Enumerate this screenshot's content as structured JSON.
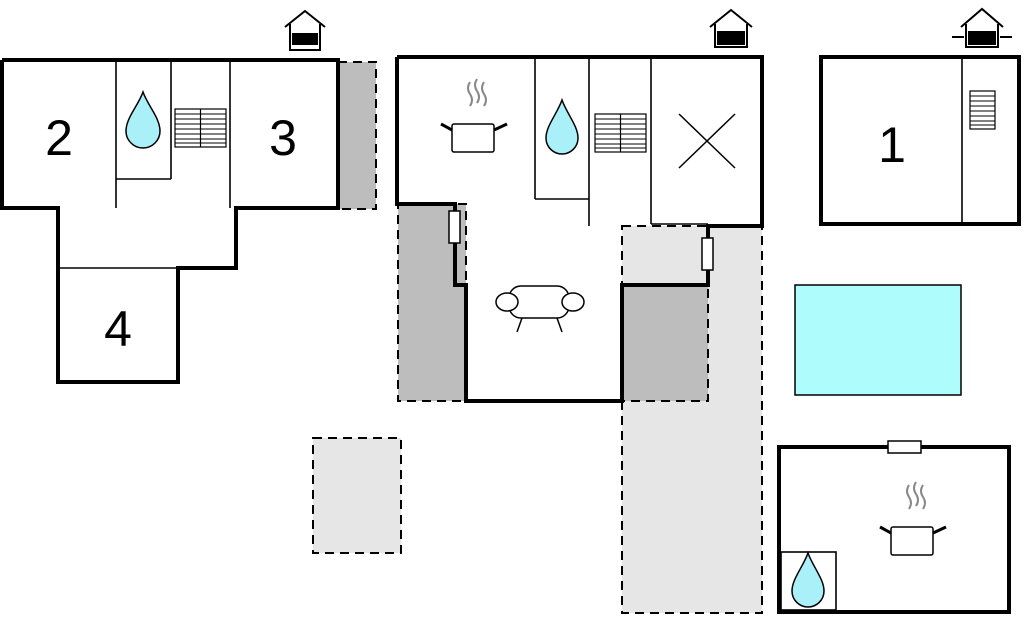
{
  "rooms": [
    {
      "label": "2"
    },
    {
      "label": "3"
    },
    {
      "label": "4"
    },
    {
      "label": "1"
    }
  ],
  "colors": {
    "terrace_dark": "#bdbdbd",
    "terrace_light": "#e6e6e6",
    "pool": "#aefcfc",
    "water_drop": "#aaf0f8"
  },
  "icons": [
    "house-entrance-icon",
    "water-drop-icon",
    "radiator-icon",
    "cooking-pot-icon",
    "cross-icon",
    "sofa-icon",
    "door-icon"
  ]
}
